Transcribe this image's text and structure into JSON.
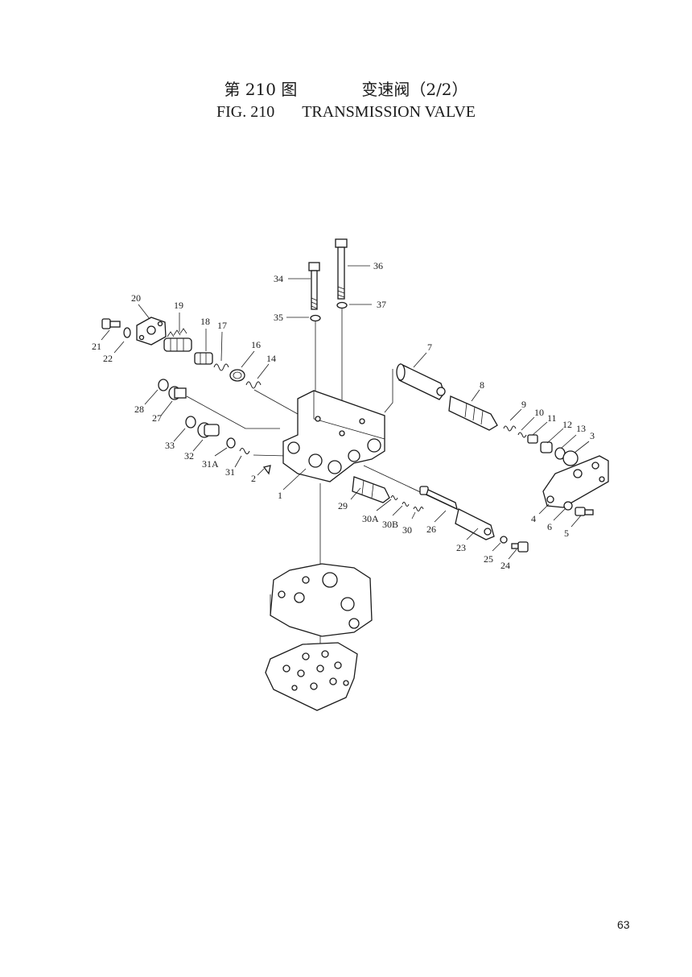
{
  "header": {
    "figure_cn": "第 210 图",
    "title_cn": "变速阀（2/2）",
    "figure_en": "FIG. 210",
    "title_en": "TRANSMISSION VALVE"
  },
  "page_number": "63",
  "callouts": {
    "c1": "1",
    "c2": "2",
    "c3": "3",
    "c4": "4",
    "c5": "5",
    "c6": "6",
    "c7": "7",
    "c8": "8",
    "c9": "9",
    "c10": "10",
    "c11": "11",
    "c12": "12",
    "c13": "13",
    "c14": "14",
    "c16": "16",
    "c17": "17",
    "c18": "18",
    "c19": "19",
    "c20": "20",
    "c21": "21",
    "c22": "22",
    "c23": "23",
    "c24": "24",
    "c25": "25",
    "c26": "26",
    "c27": "27",
    "c28": "28",
    "c29": "29",
    "c30": "30",
    "c30A": "30A",
    "c30B": "30B",
    "c31": "31",
    "c31A": "31A",
    "c32": "32",
    "c33": "33",
    "c34": "34",
    "c35": "35",
    "c36": "36",
    "c37": "37"
  }
}
